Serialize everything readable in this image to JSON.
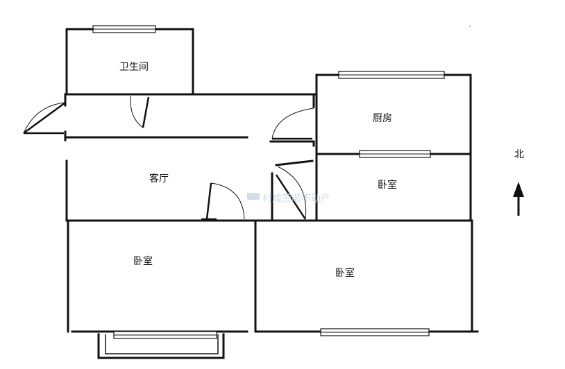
{
  "rooms": {
    "bathroom": "卫生间",
    "kitchen": "厨房",
    "living_room": "客厅",
    "bedroom_small": "卧室",
    "bedroom_left": "卧室",
    "bedroom_right": "卧室"
  },
  "compass": {
    "north_label": "北"
  },
  "watermark": {
    "text": "村威营顺不动产"
  },
  "colors": {
    "wall": "#111111",
    "background": "#ffffff",
    "watermark": "#c8d4e6"
  }
}
